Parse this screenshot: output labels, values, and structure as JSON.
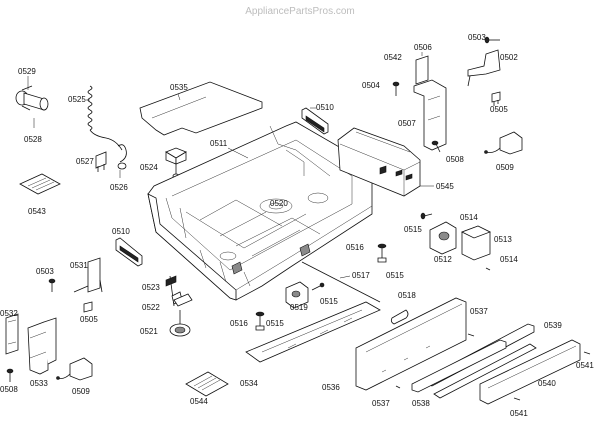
{
  "watermark": "AppliancePartsPros.com",
  "diagram_title": "",
  "callouts": [
    {
      "id": "c-0529",
      "text": "0529"
    },
    {
      "id": "c-0528",
      "text": "0528"
    },
    {
      "id": "c-0525",
      "text": "0525"
    },
    {
      "id": "c-0535",
      "text": "0535"
    },
    {
      "id": "c-0527",
      "text": "0527"
    },
    {
      "id": "c-0526",
      "text": "0526"
    },
    {
      "id": "c-0524",
      "text": "0524"
    },
    {
      "id": "c-0511",
      "text": "0511"
    },
    {
      "id": "c-0510a",
      "text": "0510"
    },
    {
      "id": "c-0543",
      "text": "0543"
    },
    {
      "id": "c-0542",
      "text": "0542"
    },
    {
      "id": "c-0504",
      "text": "0504"
    },
    {
      "id": "c-0506",
      "text": "0506"
    },
    {
      "id": "c-0503a",
      "text": "0503"
    },
    {
      "id": "c-0502",
      "text": "0502"
    },
    {
      "id": "c-0505a",
      "text": "0505"
    },
    {
      "id": "c-0507",
      "text": "0507"
    },
    {
      "id": "c-0508a",
      "text": "0508"
    },
    {
      "id": "c-0509a",
      "text": "0509"
    },
    {
      "id": "c-0545",
      "text": "0545"
    },
    {
      "id": "c-0520",
      "text": "0520"
    },
    {
      "id": "c-0515a",
      "text": "0515"
    },
    {
      "id": "c-0514a",
      "text": "0514"
    },
    {
      "id": "c-0513",
      "text": "0513"
    },
    {
      "id": "c-0512",
      "text": "0512"
    },
    {
      "id": "c-0514b",
      "text": "0514"
    },
    {
      "id": "c-0516a",
      "text": "0516"
    },
    {
      "id": "c-0515b",
      "text": "0515"
    },
    {
      "id": "c-0510b",
      "text": "0510"
    },
    {
      "id": "c-0503b",
      "text": "0503"
    },
    {
      "id": "c-0531",
      "text": "0531"
    },
    {
      "id": "c-0505b",
      "text": "0505"
    },
    {
      "id": "c-0523",
      "text": "0523"
    },
    {
      "id": "c-0522",
      "text": "0522"
    },
    {
      "id": "c-0521",
      "text": "0521"
    },
    {
      "id": "c-0517",
      "text": "0517"
    },
    {
      "id": "c-0519",
      "text": "0519"
    },
    {
      "id": "c-0515c",
      "text": "0515"
    },
    {
      "id": "c-0518",
      "text": "0518"
    },
    {
      "id": "c-0516b",
      "text": "0516"
    },
    {
      "id": "c-0515d",
      "text": "0515"
    },
    {
      "id": "c-0532",
      "text": "0532"
    },
    {
      "id": "c-0533",
      "text": "0533"
    },
    {
      "id": "c-0508b",
      "text": "0508"
    },
    {
      "id": "c-0509b",
      "text": "0509"
    },
    {
      "id": "c-0534",
      "text": "0534"
    },
    {
      "id": "c-0544",
      "text": "0544"
    },
    {
      "id": "c-0537a",
      "text": "0537"
    },
    {
      "id": "c-0539",
      "text": "0539"
    },
    {
      "id": "c-0536",
      "text": "0536"
    },
    {
      "id": "c-0537b",
      "text": "0537"
    },
    {
      "id": "c-0538",
      "text": "0538"
    },
    {
      "id": "c-0540",
      "text": "0540"
    },
    {
      "id": "c-0541a",
      "text": "0541"
    },
    {
      "id": "c-0541b",
      "text": "0541"
    }
  ]
}
